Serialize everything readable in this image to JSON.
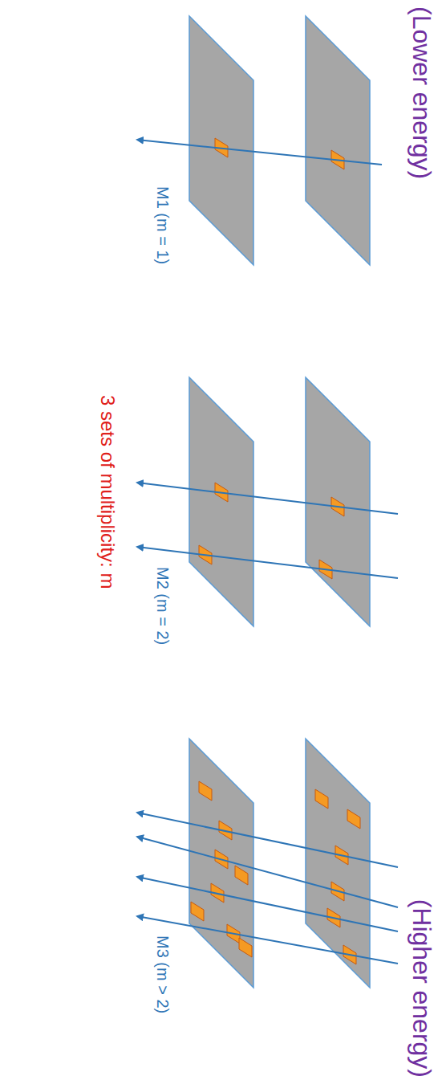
{
  "diagram": {
    "labels": [
      "(Lower energy)",
      "M1 (m = 1)",
      "M2 (m = 2)",
      "3 sets of multiplicity: m",
      "M3 (m > 2)",
      "(Higher energy)"
    ]
  }
}
